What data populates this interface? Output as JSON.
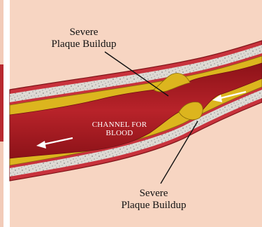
{
  "labels": {
    "top_line1": "Severe",
    "top_line2": "Plaque Buildup",
    "bottom_line1": "Severe",
    "bottom_line2": "Plaque Buildup",
    "channel_line1": "CHANNEL FOR",
    "channel_line2": "BLOOD"
  },
  "colors": {
    "background_panel": "#f7d5c2",
    "vessel_wall": "#c8323c",
    "calcified_layer": "#ded9d2",
    "plaque": "#dcb51e",
    "blood": "#a3181e",
    "arrow": "#ffffff"
  },
  "arrows": [
    "right-to-left",
    "right-to-left"
  ]
}
